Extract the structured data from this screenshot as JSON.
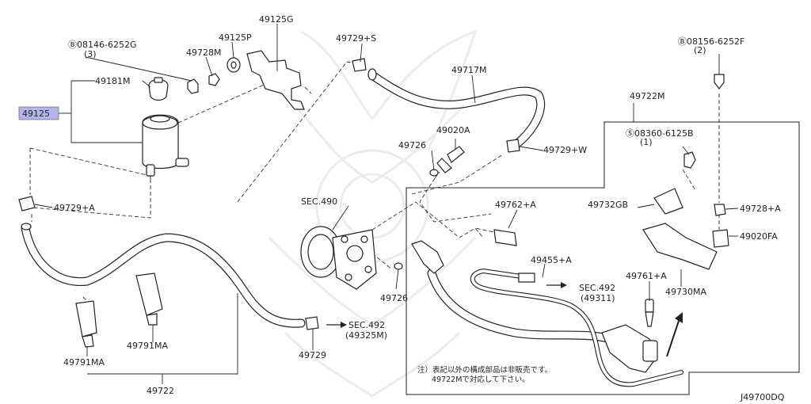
{
  "labels": {
    "bolt_49125": "Ⓑ08146-6252G",
    "bolt_49125_qty": "(3)",
    "p49728M": "49728M",
    "p49125P": "49125P",
    "p49125G": "49125G",
    "p49729S": "49729+S",
    "p49181M": "49181M",
    "p49125": "49125",
    "p49717M": "49717M",
    "bolt_top_right": "Ⓑ08156-6252F",
    "bolt_top_right_qty": "(2)",
    "p49722M": "49722M",
    "screw_s": "Ⓢ08360-6125B",
    "screw_s_qty": "(1)",
    "p49020A": "49020A",
    "p49726_top": "49726",
    "p49729W": "49729+W",
    "p49729A": "49729+A",
    "sec490": "SEC.490",
    "p49762A": "49762+A",
    "p49732GB": "49732GB",
    "p49728A": "49728+A",
    "p49020FA": "49020FA",
    "p49455A": "49455+A",
    "sec492_right": "SEC.492",
    "sec492_right_ref": "(49311)",
    "p49761A": "49761+A",
    "p49730MA": "49730MA",
    "p49726_bottom": "49726",
    "sec492_bottom": "SEC.492",
    "sec492_bottom_ref": "(49325M)",
    "p49729_bottom": "49729",
    "p49791MA_left": "49791MA",
    "p49791MA_right": "49791MA",
    "p49722_bottom": "49722",
    "note_line1": "注）表記以外の構成部品は非販売です。",
    "note_line2": "49722Mで対応して下さい。",
    "diagram_code": "J49700DQ"
  },
  "colors": {
    "highlight_fill": "#b3b6ea",
    "line": "#222222",
    "watermark": "#ececec"
  }
}
